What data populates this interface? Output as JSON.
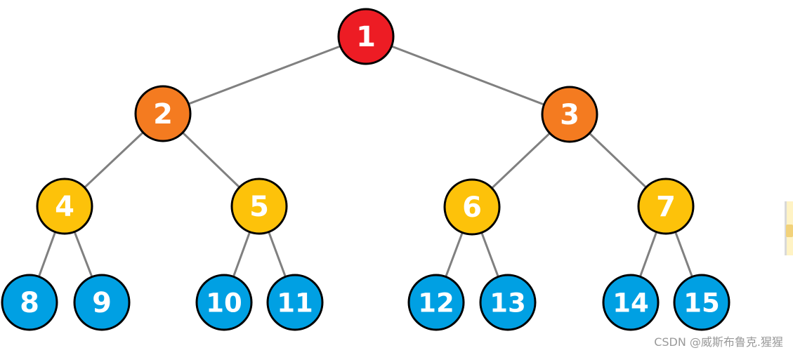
{
  "tree": {
    "nodes": [
      {
        "id": 1,
        "label": "1",
        "level": 0,
        "color": "#ED1C24"
      },
      {
        "id": 2,
        "label": "2",
        "level": 1,
        "color": "#F47B20"
      },
      {
        "id": 3,
        "label": "3",
        "level": 1,
        "color": "#F47B20"
      },
      {
        "id": 4,
        "label": "4",
        "level": 2,
        "color": "#FDC20A"
      },
      {
        "id": 5,
        "label": "5",
        "level": 2,
        "color": "#FDC20A"
      },
      {
        "id": 6,
        "label": "6",
        "level": 2,
        "color": "#FDC20A"
      },
      {
        "id": 7,
        "label": "7",
        "level": 2,
        "color": "#FDC20A"
      },
      {
        "id": 8,
        "label": "8",
        "level": 3,
        "color": "#00A0E3"
      },
      {
        "id": 9,
        "label": "9",
        "level": 3,
        "color": "#00A0E3"
      },
      {
        "id": 10,
        "label": "10",
        "level": 3,
        "color": "#00A0E3"
      },
      {
        "id": 11,
        "label": "11",
        "level": 3,
        "color": "#00A0E3"
      },
      {
        "id": 12,
        "label": "12",
        "level": 3,
        "color": "#00A0E3"
      },
      {
        "id": 13,
        "label": "13",
        "level": 3,
        "color": "#00A0E3"
      },
      {
        "id": 14,
        "label": "14",
        "level": 3,
        "color": "#00A0E3"
      },
      {
        "id": 15,
        "label": "15",
        "level": 3,
        "color": "#00A0E3"
      }
    ],
    "edges": [
      [
        1,
        2
      ],
      [
        1,
        3
      ],
      [
        2,
        4
      ],
      [
        2,
        5
      ],
      [
        3,
        6
      ],
      [
        3,
        7
      ],
      [
        4,
        8
      ],
      [
        4,
        9
      ],
      [
        5,
        10
      ],
      [
        5,
        11
      ],
      [
        6,
        12
      ],
      [
        6,
        13
      ],
      [
        7,
        14
      ],
      [
        7,
        15
      ]
    ],
    "edge_color": "#808080"
  },
  "watermark": "CSDN @威斯布鲁克.猩猩"
}
